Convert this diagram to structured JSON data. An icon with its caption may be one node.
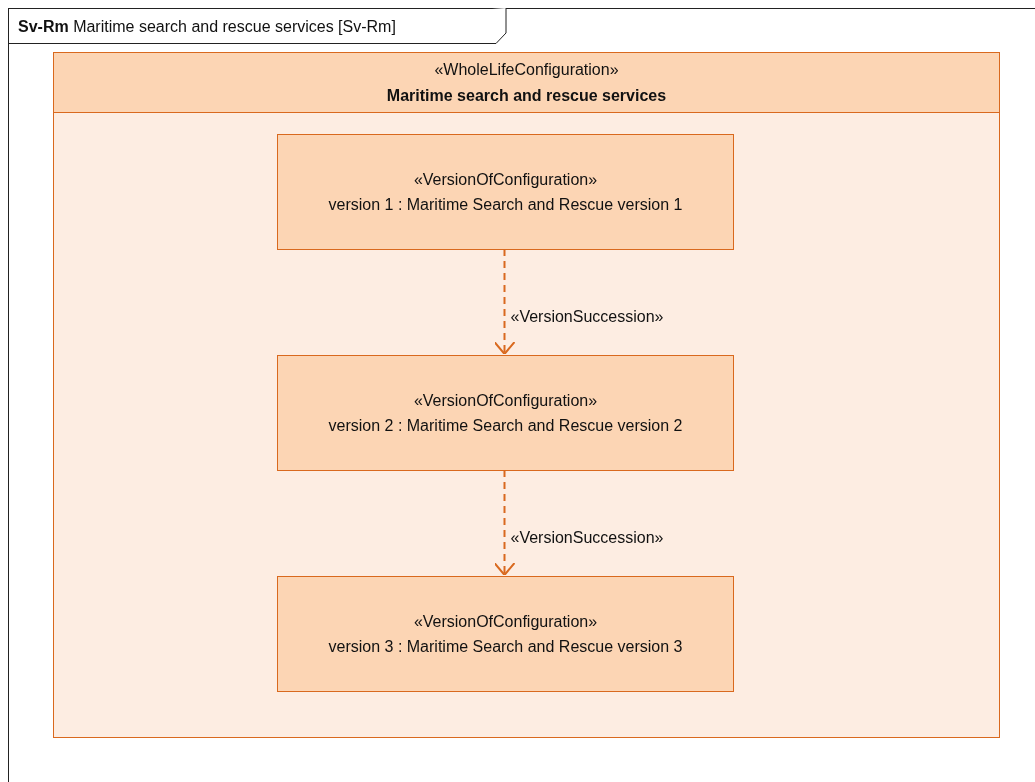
{
  "diagram": {
    "title": "**Sv-Rm** Maritime search and rescue services [Sv-Rm]",
    "nodes": [
      {
        "text": [
          "«WholeLifeConfiguration»",
          "Maritime search and rescue services"
        ]
      },
      {
        "text": [
          "«VersionOfConfiguration»",
          "version 1 : Maritime Search and Rescue version 1"
        ],
        "in": 0
      },
      {
        "text": [
          "«VersionOfConfiguration»",
          "version 2 : Maritime Search and Rescue version 2"
        ],
        "in": 0
      },
      {
        "text": [
          "«VersionOfConfiguration»",
          "version 3 : Maritime Search and Rescue version 3"
        ],
        "in": 0
      }
    ],
    "edges": [
      {
        "from": 1,
        "to": 2,
        "arrow": "to",
        "label": "«VersionSuccession»",
        "style": "dashed"
      },
      {
        "from": 2,
        "to": 3,
        "arrow": "to",
        "label": "«VersionSuccession»",
        "style": "dashed"
      }
    ]
  }
}
